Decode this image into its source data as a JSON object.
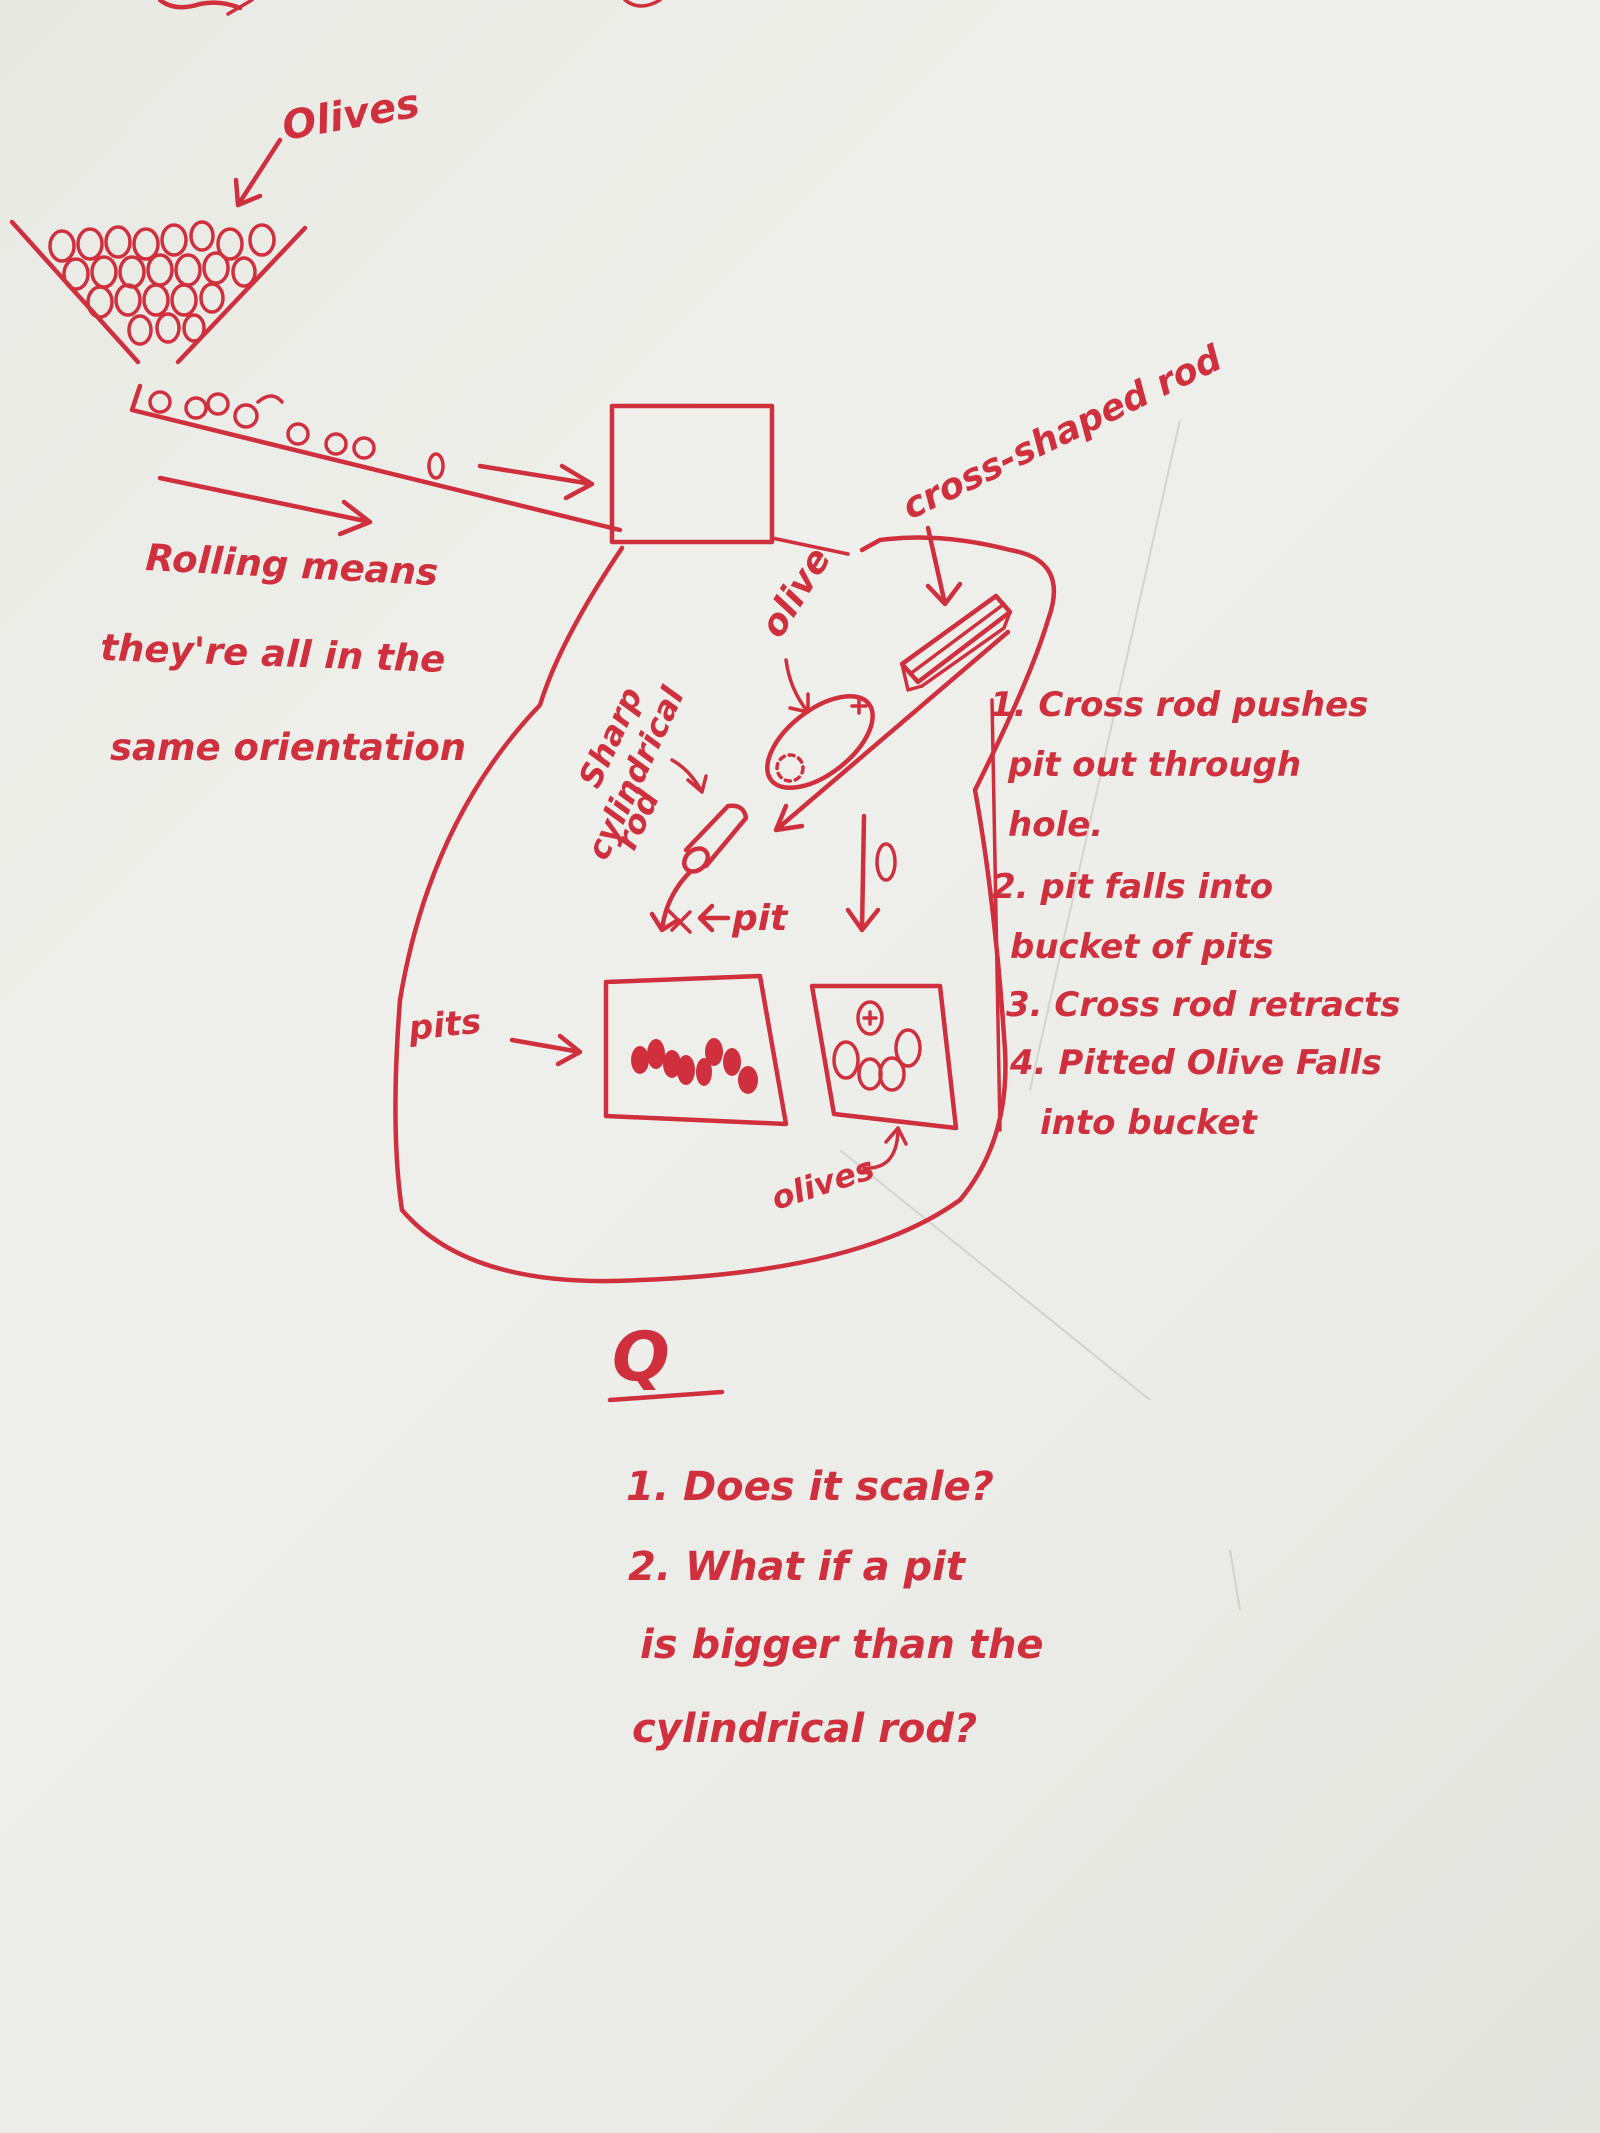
{
  "ink_color": "#d0303e",
  "board_color": "#ecece8",
  "labels": {
    "olives_top": "Olives",
    "rolling_line1": "Rolling means",
    "rolling_line2": "they're all in the",
    "rolling_line3": "same orientation",
    "cross_rod": "cross-shaped rod",
    "olive": "olive",
    "sharp_rod_line1": "Sharp",
    "sharp_rod_line2": "cylindrical",
    "sharp_rod_line3": "rod",
    "pit": "pit",
    "pits": "pits",
    "olives_bottom": "olives"
  },
  "steps": [
    "1. Cross rod pushes",
    "pit out through",
    "hole.",
    "2. pit falls into",
    "bucket of pits",
    "3. Cross rod retracts",
    "4. Pitted Olive Falls",
    "into bucket"
  ],
  "q_heading": "Q",
  "questions": [
    "1. Does it scale?",
    "2. What if a pit",
    "is bigger than the",
    "cylindrical rod?"
  ]
}
